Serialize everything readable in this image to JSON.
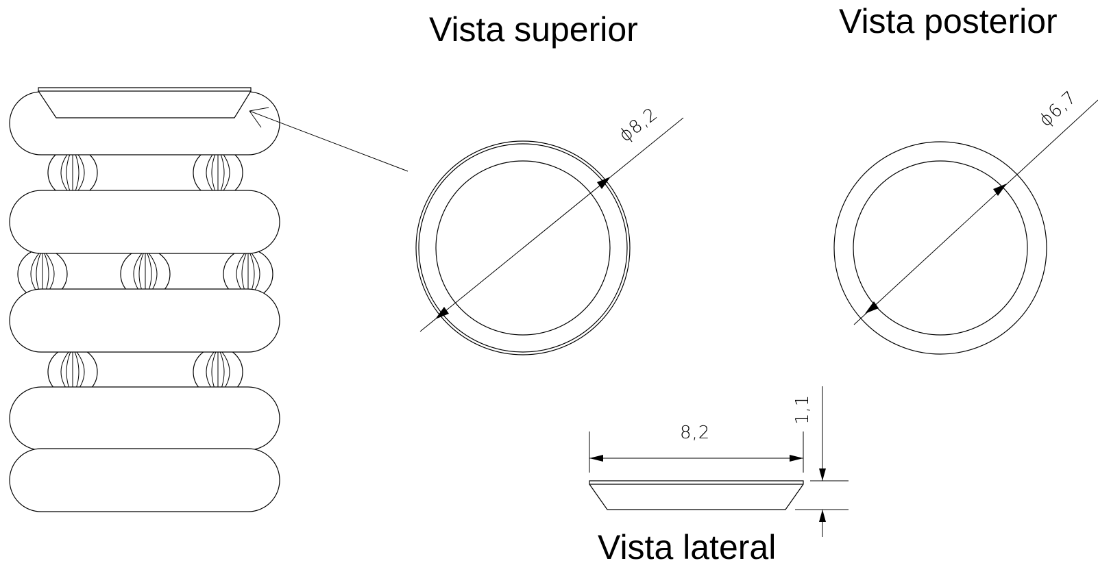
{
  "titles": {
    "top_view": "Vista superior",
    "rear_view": "Vista posterior",
    "side_view": "Vista lateral"
  },
  "dimensions": {
    "top_diameter": "ϕ8,2",
    "rear_diameter": "ϕ6,7",
    "side_width": "8,2",
    "side_height": "1,1"
  },
  "colors": {
    "line": "#000000",
    "background": "#ffffff"
  }
}
